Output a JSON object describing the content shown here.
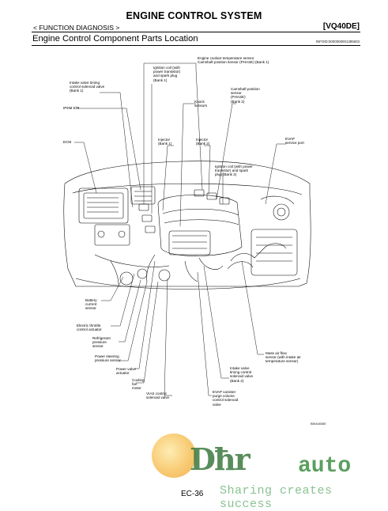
{
  "header": {
    "title": "ENGINE CONTROL SYSTEM",
    "section": "< FUNCTION DIAGNOSIS >",
    "model": "[VQ40DE]"
  },
  "heading": {
    "title": "Engine Control Component Parts Location",
    "reference": "INFOID:0000000001385603"
  },
  "callouts": {
    "ect_sensor": "Engine coolant temperature sensor\nCamshaft position sensor (PHASE) (Bank 1)",
    "ignition_coil_b1": "Ignition coil (with\npower transistor)\nand spark plug\n(Bank 1)",
    "ivt_solenoid_b1": "Intake valve timing\ncontrol solenoid valve\n(Bank 1)",
    "cmp_sensor_b2": "Camshaft position\nsensor\n(PHASE)\n(Bank 2)",
    "knock_sensor": "Knock\nsensors",
    "ipdm": "IPDM E/R",
    "ecm": "ECM",
    "injector_b1": "Injector\n(Bank 1)",
    "injector_b2": "Injector\n(Bank 2)",
    "evap_port": "EVAP\nservice port",
    "ignition_coil_b2": "Ignition coil (with power\ntransistor) and spark\nplug (Bank 2)",
    "battery_current_sensor": "Battery\ncurrent\nsensor",
    "electric_throttle": "Electric throttle\ncontrol actuator",
    "refrigerant_pressure": "Refrigerant\npressure\nsensor",
    "power_steering": "Power steering\npressure sensor",
    "power_valve": "Power valve\nactuator",
    "cooling_fan": "Cooling\nfan\nmotor",
    "vias_solenoid": "VIAS control\nsolenoid valve",
    "ivt_solenoid_b2": "Intake valve\ntiming control\nsolenoid valve\n(Bank 2)",
    "evap_purge": "EVAP canister\npurge volume\ncontrol solenoid\nvalve",
    "maf_sensor": "Mass air flow\nsensor (with intake air\ntemperature sensor)"
  },
  "figure_code": "BBIA0836E",
  "watermark": {
    "brand": "Dħr",
    "suffix": "auto",
    "tagline": "Sharing creates success"
  },
  "footer": {
    "page_number": "EC-36"
  }
}
